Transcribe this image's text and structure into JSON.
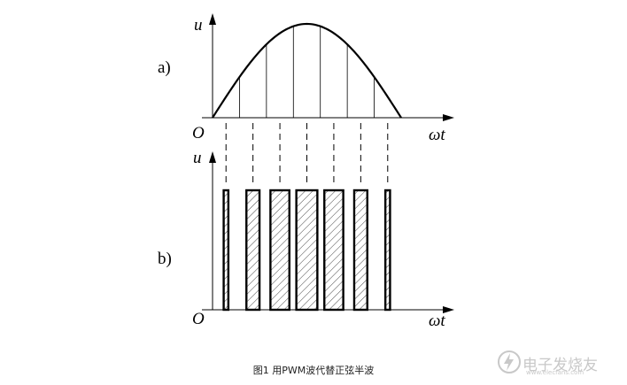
{
  "figure": {
    "caption": "图1 用PWM波代替正弦半波",
    "watermark_name": "电子发烧友",
    "watermark_url": "www.elecfans.com"
  },
  "panel_a": {
    "label": "a)",
    "y_axis_label": "u",
    "x_axis_label": "ωt",
    "origin_label": "O"
  },
  "panel_b": {
    "label": "b)",
    "y_axis_label": "u",
    "x_axis_label": "ωt",
    "origin_label": "O"
  },
  "colors": {
    "stroke": "#000000",
    "hatch": "#444444",
    "watermark": "#c8c8c8"
  },
  "icons": {
    "watermark_logo": "lightning-plug-icon"
  }
}
